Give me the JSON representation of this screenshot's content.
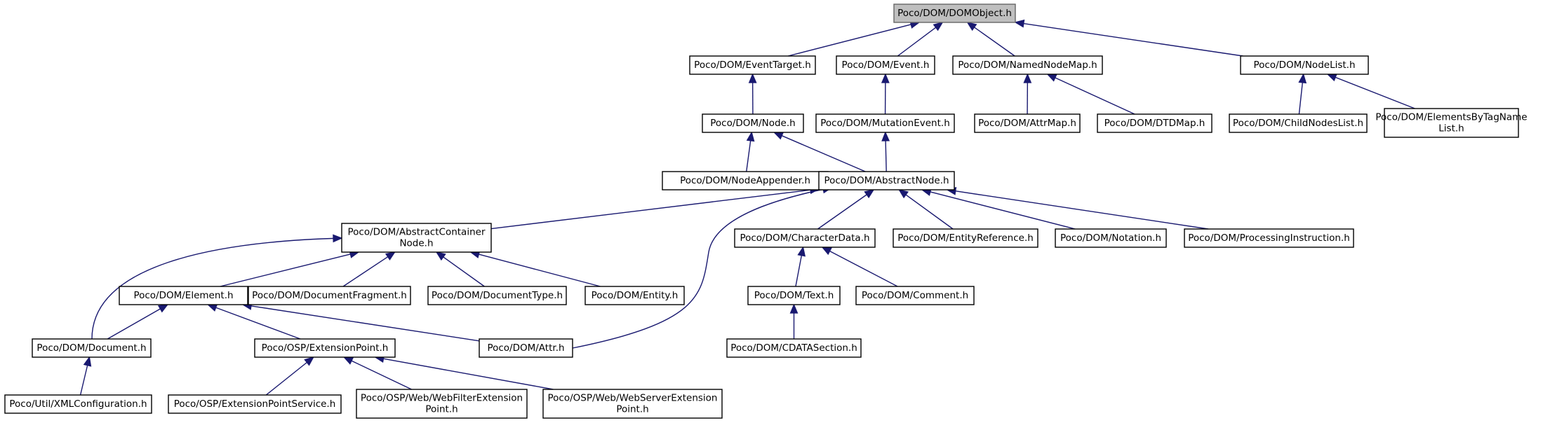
{
  "diagram": {
    "nodes": [
      {
        "id": "domobject",
        "lines": [
          "Poco/DOM/DOMObject.h"
        ],
        "highlighted": true
      },
      {
        "id": "eventtarget",
        "lines": [
          "Poco/DOM/EventTarget.h"
        ]
      },
      {
        "id": "event",
        "lines": [
          "Poco/DOM/Event.h"
        ]
      },
      {
        "id": "namednodemap",
        "lines": [
          "Poco/DOM/NamedNodeMap.h"
        ]
      },
      {
        "id": "nodelist",
        "lines": [
          "Poco/DOM/NodeList.h"
        ]
      },
      {
        "id": "node",
        "lines": [
          "Poco/DOM/Node.h"
        ]
      },
      {
        "id": "mutationevent",
        "lines": [
          "Poco/DOM/MutationEvent.h"
        ]
      },
      {
        "id": "attrmap",
        "lines": [
          "Poco/DOM/AttrMap.h"
        ]
      },
      {
        "id": "dtdmap",
        "lines": [
          "Poco/DOM/DTDMap.h"
        ]
      },
      {
        "id": "childnodeslist",
        "lines": [
          "Poco/DOM/ChildNodesList.h"
        ]
      },
      {
        "id": "elementsbytagname",
        "lines": [
          "Poco/DOM/ElementsByTagName",
          "List.h"
        ]
      },
      {
        "id": "nodeappender",
        "lines": [
          "Poco/DOM/NodeAppender.h"
        ]
      },
      {
        "id": "abstractnode",
        "lines": [
          "Poco/DOM/AbstractNode.h"
        ]
      },
      {
        "id": "abstractcontainer",
        "lines": [
          "Poco/DOM/AbstractContainer",
          "Node.h"
        ]
      },
      {
        "id": "characterdata",
        "lines": [
          "Poco/DOM/CharacterData.h"
        ]
      },
      {
        "id": "entityreference",
        "lines": [
          "Poco/DOM/EntityReference.h"
        ]
      },
      {
        "id": "notation",
        "lines": [
          "Poco/DOM/Notation.h"
        ]
      },
      {
        "id": "processinginstruction",
        "lines": [
          "Poco/DOM/ProcessingInstruction.h"
        ]
      },
      {
        "id": "element",
        "lines": [
          "Poco/DOM/Element.h"
        ]
      },
      {
        "id": "documentfragment",
        "lines": [
          "Poco/DOM/DocumentFragment.h"
        ]
      },
      {
        "id": "documenttype",
        "lines": [
          "Poco/DOM/DocumentType.h"
        ]
      },
      {
        "id": "entity",
        "lines": [
          "Poco/DOM/Entity.h"
        ]
      },
      {
        "id": "text",
        "lines": [
          "Poco/DOM/Text.h"
        ]
      },
      {
        "id": "comment",
        "lines": [
          "Poco/DOM/Comment.h"
        ]
      },
      {
        "id": "document",
        "lines": [
          "Poco/DOM/Document.h"
        ]
      },
      {
        "id": "extensionpoint",
        "lines": [
          "Poco/OSP/ExtensionPoint.h"
        ]
      },
      {
        "id": "attr",
        "lines": [
          "Poco/DOM/Attr.h"
        ]
      },
      {
        "id": "cdatasection",
        "lines": [
          "Poco/DOM/CDATASection.h"
        ]
      },
      {
        "id": "xmlconfiguration",
        "lines": [
          "Poco/Util/XMLConfiguration.h"
        ]
      },
      {
        "id": "extensionpointservice",
        "lines": [
          "Poco/OSP/ExtensionPointService.h"
        ]
      },
      {
        "id": "webfilterextension",
        "lines": [
          "Poco/OSP/Web/WebFilterExtension",
          "Point.h"
        ]
      },
      {
        "id": "webserverextension",
        "lines": [
          "Poco/OSP/Web/WebServerExtension",
          "Point.h"
        ]
      }
    ],
    "edges": [
      {
        "from": "eventtarget",
        "to": "domobject"
      },
      {
        "from": "event",
        "to": "domobject"
      },
      {
        "from": "namednodemap",
        "to": "domobject"
      },
      {
        "from": "nodelist",
        "to": "domobject"
      },
      {
        "from": "node",
        "to": "eventtarget"
      },
      {
        "from": "mutationevent",
        "to": "event"
      },
      {
        "from": "attrmap",
        "to": "namednodemap"
      },
      {
        "from": "dtdmap",
        "to": "namednodemap"
      },
      {
        "from": "childnodeslist",
        "to": "nodelist"
      },
      {
        "from": "elementsbytagname",
        "to": "nodelist"
      },
      {
        "from": "nodeappender",
        "to": "node"
      },
      {
        "from": "abstractnode",
        "to": "node"
      },
      {
        "from": "abstractnode",
        "to": "mutationevent"
      },
      {
        "from": "abstractcontainer",
        "to": "abstractnode"
      },
      {
        "from": "characterdata",
        "to": "abstractnode"
      },
      {
        "from": "entityreference",
        "to": "abstractnode"
      },
      {
        "from": "notation",
        "to": "abstractnode"
      },
      {
        "from": "processinginstruction",
        "to": "abstractnode"
      },
      {
        "from": "attr",
        "to": "abstractnode"
      },
      {
        "from": "element",
        "to": "abstractcontainer"
      },
      {
        "from": "documentfragment",
        "to": "abstractcontainer"
      },
      {
        "from": "documenttype",
        "to": "abstractcontainer"
      },
      {
        "from": "entity",
        "to": "abstractcontainer"
      },
      {
        "from": "document",
        "to": "abstractcontainer"
      },
      {
        "from": "document",
        "to": "element"
      },
      {
        "from": "extensionpoint",
        "to": "element"
      },
      {
        "from": "attr",
        "to": "element"
      },
      {
        "from": "text",
        "to": "characterdata"
      },
      {
        "from": "comment",
        "to": "characterdata"
      },
      {
        "from": "cdatasection",
        "to": "text"
      },
      {
        "from": "xmlconfiguration",
        "to": "document"
      },
      {
        "from": "extensionpointservice",
        "to": "extensionpoint"
      },
      {
        "from": "webfilterextension",
        "to": "extensionpoint"
      },
      {
        "from": "webserverextension",
        "to": "extensionpoint"
      }
    ]
  }
}
